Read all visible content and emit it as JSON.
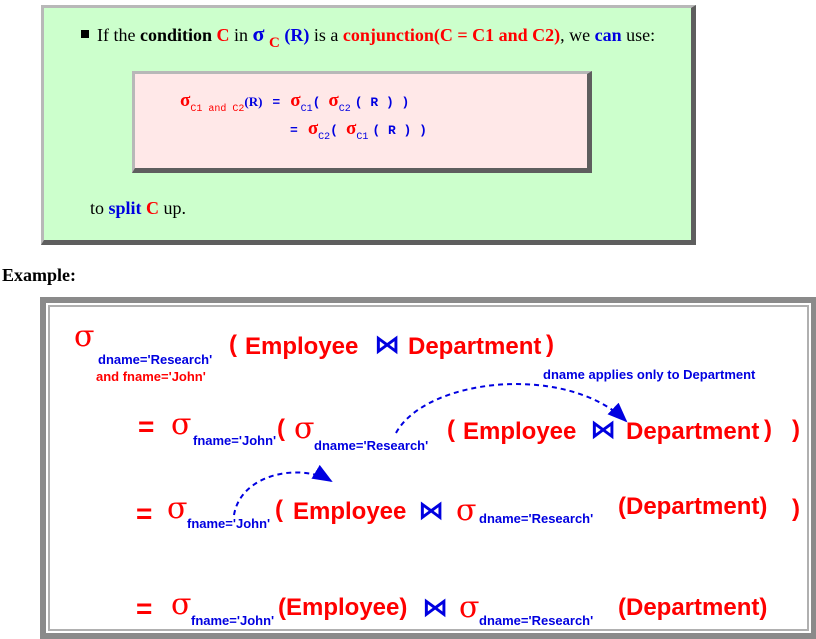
{
  "rule": {
    "p1": "If the ",
    "condition_word": "condition",
    "c1": "C",
    "in_word": " in ",
    "sigma": "σ",
    "sigma_sub": "C",
    "r": "(R)",
    "is_a": " is a ",
    "conjunction": "conjunction(C = C1 and C2)",
    "we": ", we ",
    "can": "can",
    "use": " use:",
    "to": "to ",
    "split": "split",
    "c2": "C",
    "up": " up."
  },
  "formula": {
    "sigma": "σ",
    "lhs_sub": "C1 and C2",
    "lhs_r": "(R)",
    "eq": "=",
    "c1": "C1",
    "c2": "C2",
    "paren_open": "(",
    "r_arg": "( R ) )"
  },
  "example_label": "Example:",
  "example": {
    "sigma": "σ",
    "line1_sub1": "dname='Research'",
    "line1_sub2": "and  fname='John'",
    "paren_open": "(",
    "paren_close": ")",
    "employee": "Employee",
    "department": "Department",
    "join": "⋈",
    "eq": "=",
    "fname_sub": "fname='John'",
    "dname_sub": "dname='Research'",
    "annotation": "dname applies only to Department",
    "department_paren": "(Department)",
    "employee_paren": "(Employee)"
  }
}
